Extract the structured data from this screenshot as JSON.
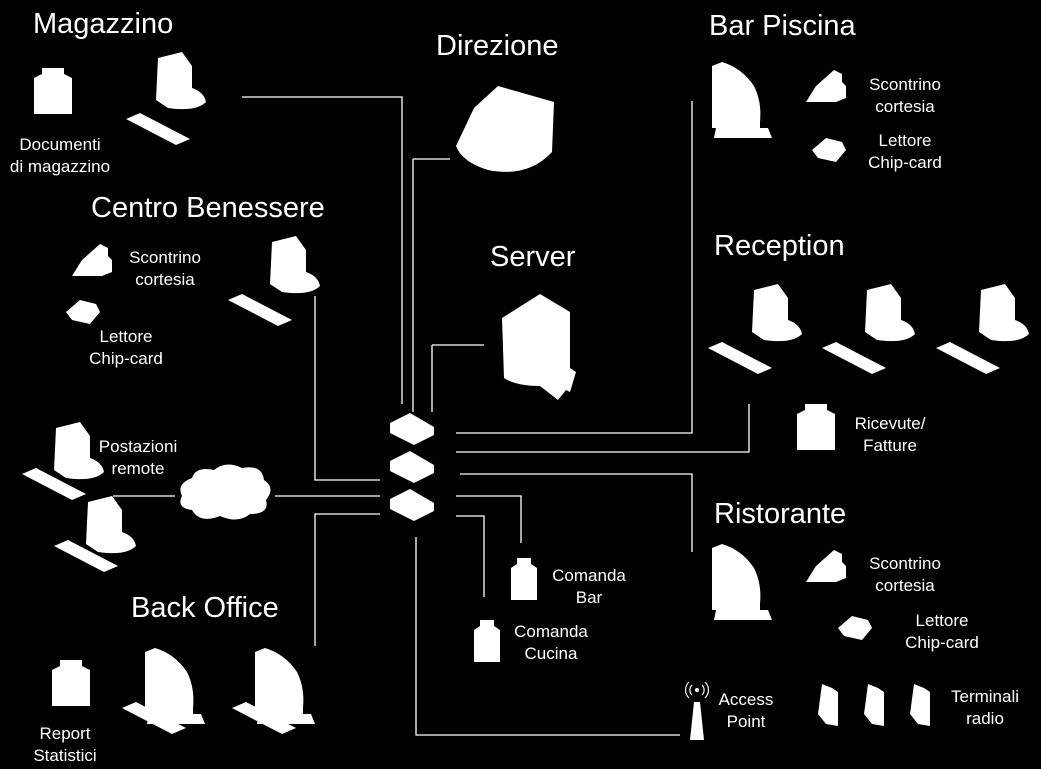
{
  "groups": {
    "magazzino": {
      "title": "Magazzino",
      "doc": [
        "Documenti",
        "di magazzino"
      ]
    },
    "direzione": {
      "title": "Direzione"
    },
    "bar_piscina": {
      "title": "Bar Piscina",
      "receipt": [
        "Scontrino",
        "cortesia"
      ],
      "reader": [
        "Lettore",
        "Chip-card"
      ]
    },
    "centro_benessere": {
      "title": "Centro Benessere",
      "receipt": [
        "Scontrino",
        "cortesia"
      ],
      "reader": [
        "Lettore",
        "Chip-card"
      ]
    },
    "server": {
      "title": "Server"
    },
    "reception": {
      "title": "Reception",
      "printer": [
        "Ricevute/",
        "Fatture"
      ]
    },
    "remote": {
      "label": [
        "Postazioni",
        "remote"
      ]
    },
    "ristorante": {
      "title": "Ristorante",
      "receipt": [
        "Scontrino",
        "cortesia"
      ],
      "reader": [
        "Lettore",
        "Chip-card"
      ],
      "terminals": [
        "Terminali",
        "radio"
      ]
    },
    "comanda_bar": {
      "label": [
        "Comanda",
        "Bar"
      ]
    },
    "comanda_cucina": {
      "label": [
        "Comanda",
        "Cucina"
      ]
    },
    "back_office": {
      "title": "Back Office",
      "report": [
        "Report",
        "Statistici"
      ]
    },
    "access_point": {
      "label": [
        "Access",
        "Point"
      ]
    }
  },
  "colors": {
    "background": "#000000",
    "foreground": "#ffffff"
  }
}
